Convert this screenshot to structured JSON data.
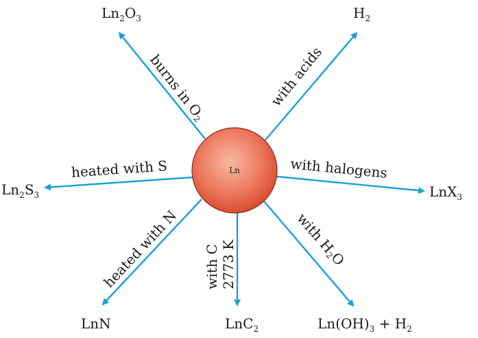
{
  "colors": {
    "arrow": "#1aa0d8",
    "sphere_light": "#f7b9a3",
    "sphere_mid": "#ee7b5f",
    "sphere_dark": "#d4432a"
  },
  "center": {
    "label": "Ln"
  },
  "branches": [
    {
      "id": "o2",
      "condition": {
        "text": "burns in O",
        "sub": "2"
      },
      "product": {
        "parts": [
          [
            "Ln",
            ""
          ],
          [
            "2",
            "s"
          ],
          [
            "O",
            ""
          ],
          [
            "3",
            "s"
          ]
        ]
      }
    },
    {
      "id": "acid",
      "condition": {
        "text": "with acids"
      },
      "product": {
        "parts": [
          [
            "H",
            ""
          ],
          [
            "2",
            "s"
          ]
        ]
      }
    },
    {
      "id": "hal",
      "condition": {
        "text": "with halogens"
      },
      "product": {
        "parts": [
          [
            "LnX",
            ""
          ],
          [
            "3",
            "s"
          ]
        ]
      }
    },
    {
      "id": "h2o",
      "condition": {
        "text": "with H",
        "sub": "2",
        "text_after": "O"
      },
      "product": {
        "parts": [
          [
            "Ln(OH)",
            ""
          ],
          [
            "3",
            "s"
          ],
          [
            " + H",
            ""
          ],
          [
            "2",
            "s"
          ]
        ]
      }
    },
    {
      "id": "c",
      "condition": {
        "line1": "with C",
        "line2": "2773 K"
      },
      "product": {
        "parts": [
          [
            "LnC",
            ""
          ],
          [
            "2",
            "s"
          ]
        ]
      }
    },
    {
      "id": "n",
      "condition": {
        "text": "heated with N"
      },
      "product": {
        "parts": [
          [
            "LnN",
            ""
          ]
        ]
      }
    },
    {
      "id": "s",
      "condition": {
        "text": "heated with S"
      },
      "product": {
        "parts": [
          [
            "Ln",
            ""
          ],
          [
            "2",
            "s"
          ],
          [
            "S",
            ""
          ],
          [
            "3",
            "s"
          ]
        ]
      }
    }
  ]
}
